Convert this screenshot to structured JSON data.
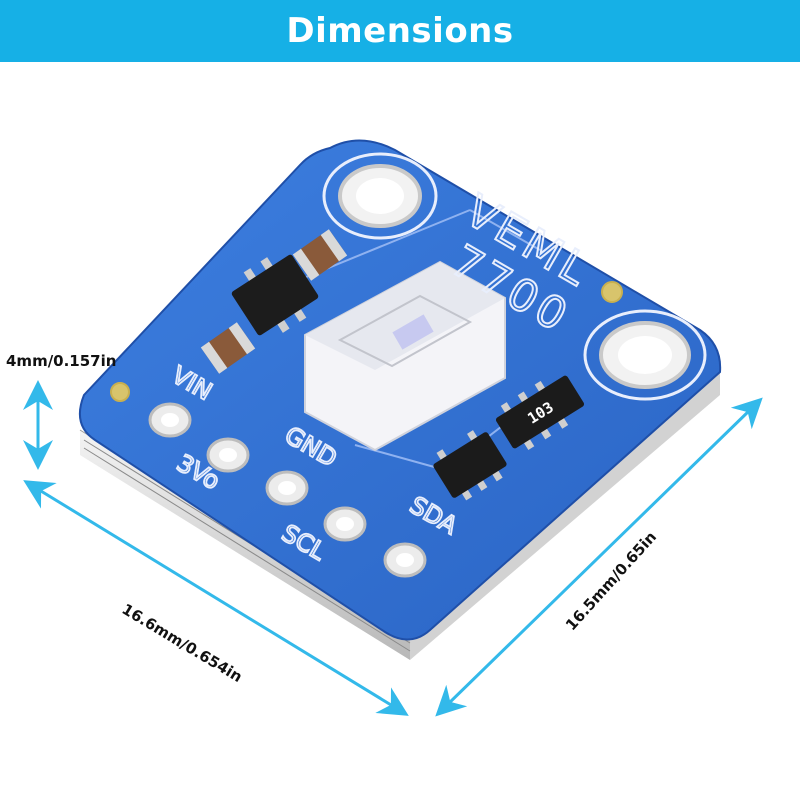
{
  "header": {
    "title": "Dimensions"
  },
  "dimensions": {
    "thickness": "4mm/0.157in",
    "width": "16.6mm/0.654in",
    "depth": "16.5mm/0.65in"
  },
  "board": {
    "chip_name_line1": "VEML",
    "chip_name_line2": "7700",
    "pins": [
      "VIN",
      "3Vo",
      "GND",
      "SCL",
      "SDA"
    ],
    "resistor_code": "103"
  },
  "colors": {
    "banner": "#16b0e6",
    "arrow": "#33b9ea",
    "pcb": "#2f6fd0",
    "pcb_dark": "#1f4fa8",
    "silkscreen": "#e8eefc",
    "text": "#111111"
  }
}
